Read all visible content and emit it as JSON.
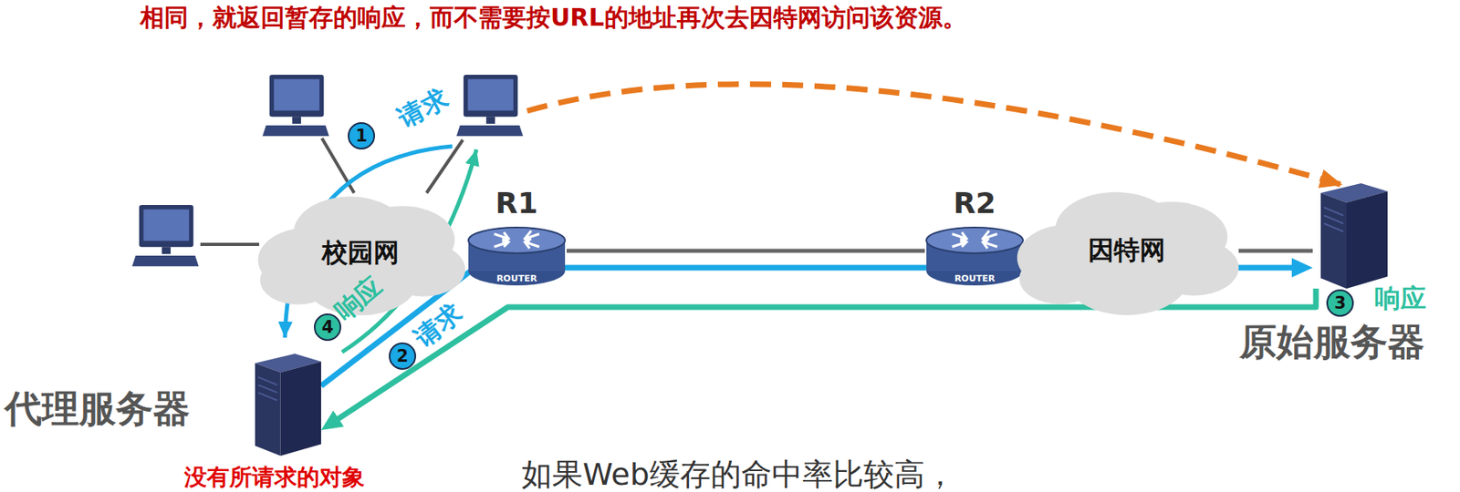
{
  "diagram": {
    "caption": "如果Web缓存的命中率比较高，",
    "nodes": [
      {
        "text": [
          "校园网"
        ]
      },
      {
        "text": [
          "R1",
          "ROUTER"
        ]
      },
      {
        "text": [
          "R2",
          "ROUTER"
        ]
      },
      {
        "text": [
          "因特网"
        ]
      },
      {
        "text": [
          "原始服务器"
        ]
      },
      {
        "text": [
          "代理服务器"
        ]
      }
    ],
    "edges": [
      {
        "from": 1,
        "to": 2,
        "arrow": "none"
      },
      {
        "from": 3,
        "to": 4,
        "arrow": "none"
      },
      {
        "from": 5,
        "to": 4,
        "arrow": "to"
      },
      {
        "from": 4,
        "to": 5,
        "arrow": "to"
      }
    ],
    "labels": [
      "相同，就返回暂存的响应，而不需要按URL的地址再次去因特网访问该资源。",
      "1",
      "请求",
      "2",
      "请求",
      "3",
      "响应",
      "4",
      "响应",
      "没有所请求的对象"
    ]
  }
}
